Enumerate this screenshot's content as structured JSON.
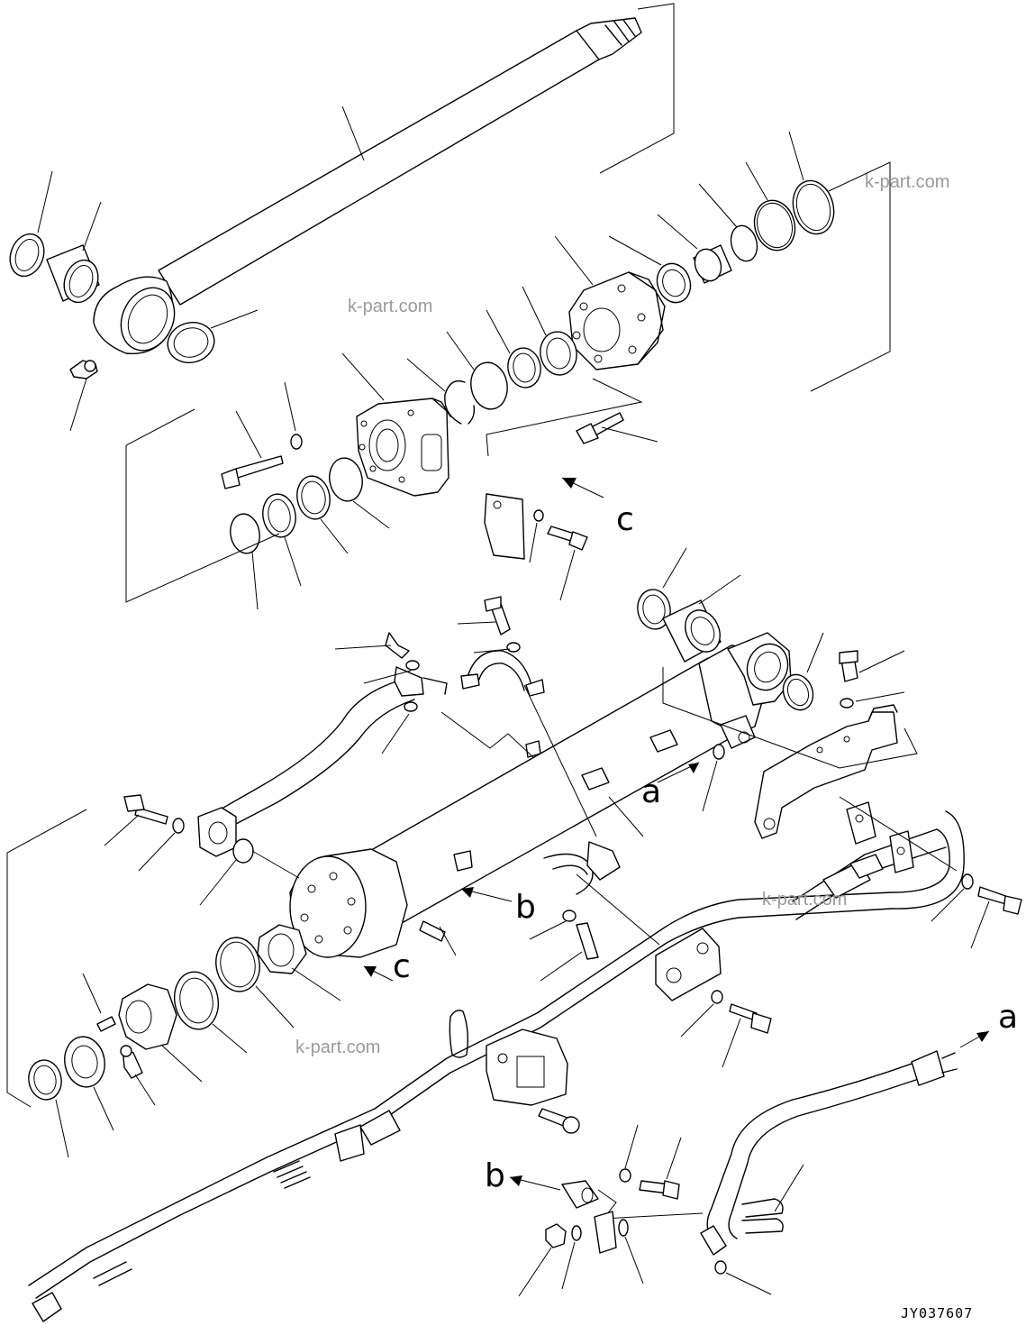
{
  "watermark": "k-part.com",
  "drawing_code": "JY037607",
  "callouts": {
    "a": "a",
    "b": "b",
    "c": "c"
  }
}
